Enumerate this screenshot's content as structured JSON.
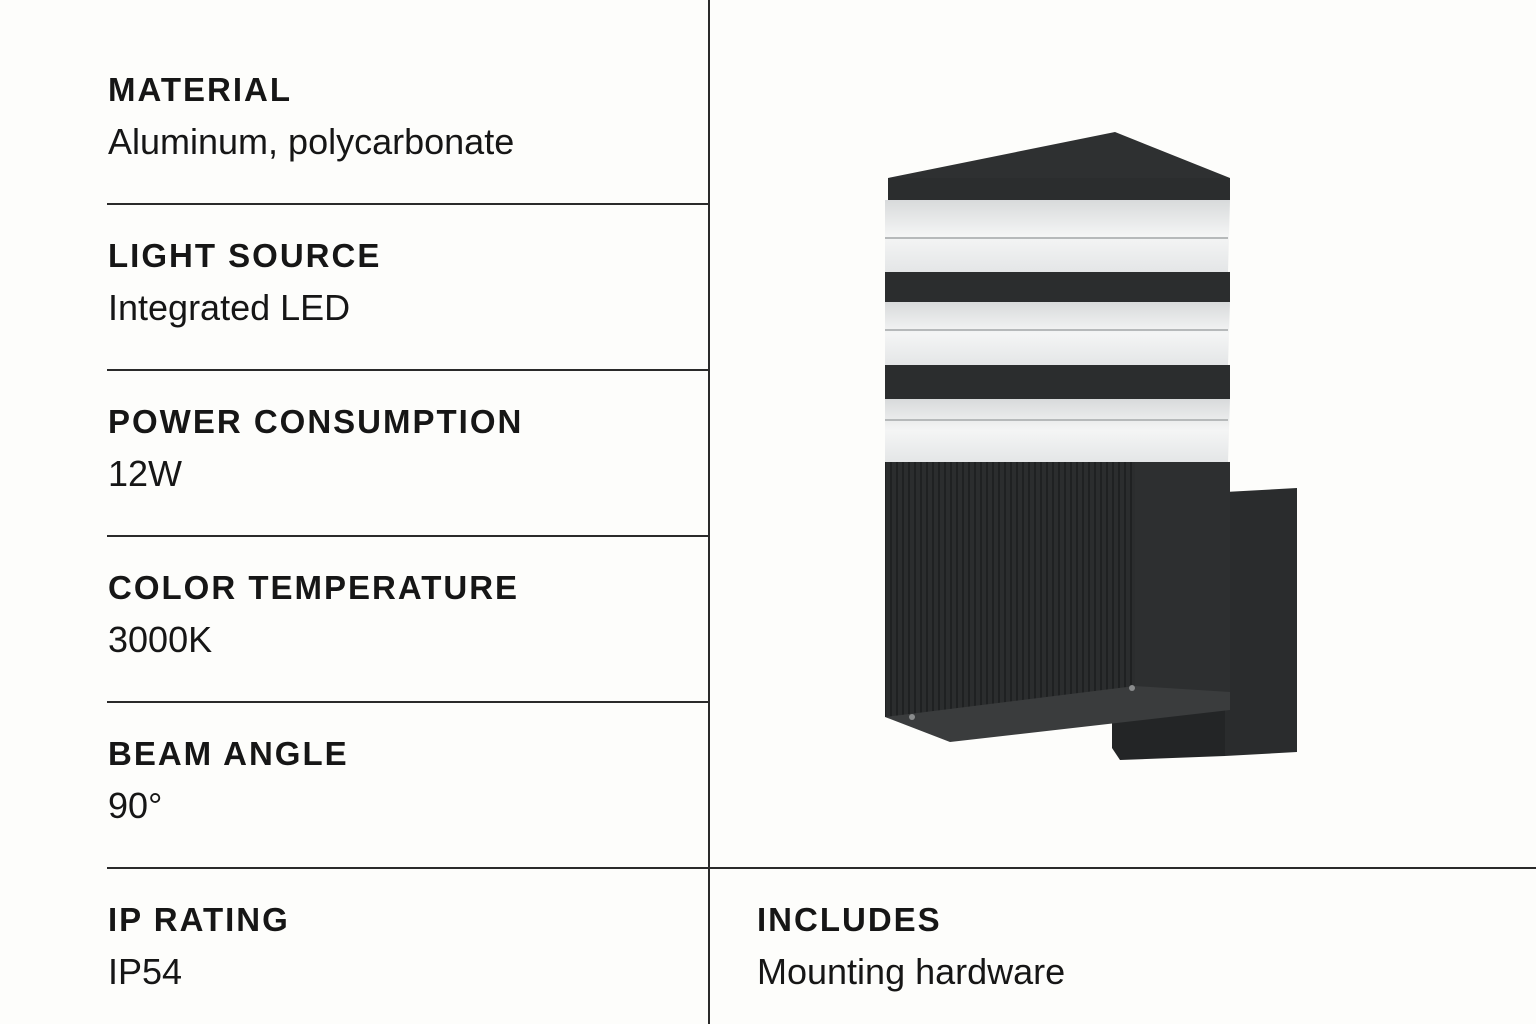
{
  "specs": [
    {
      "label": "MATERIAL",
      "value": "Aluminum,  polycarbonate"
    },
    {
      "label": "LIGHT SOURCE",
      "value": "Integrated LED"
    },
    {
      "label": "POWER CONSUMPTION",
      "value": "12W"
    },
    {
      "label": "COLOR TEMPERATURE",
      "value": "3000K"
    },
    {
      "label": "BEAM ANGLE",
      "value": "90°"
    },
    {
      "label": "IP RATING",
      "value": "IP54"
    }
  ],
  "includes": {
    "label": "INCLUDES",
    "value": "Mounting hardware"
  }
}
